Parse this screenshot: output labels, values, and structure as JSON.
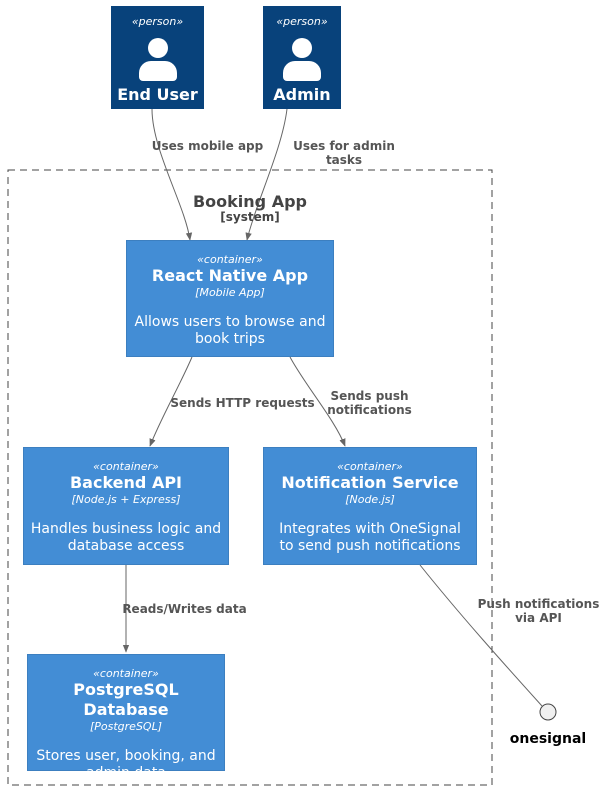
{
  "people": [
    {
      "id": "end-user",
      "stereotype": "«person»",
      "name": "End User"
    },
    {
      "id": "admin",
      "stereotype": "«person»",
      "name": "Admin"
    }
  ],
  "boundary": {
    "title": "Booking App",
    "subtitle": "[system]"
  },
  "containers": [
    {
      "id": "react-native-app",
      "stereotype": "«container»",
      "name": "React Native App",
      "tech": "[Mobile App]",
      "description": "Allows users to browse and book trips"
    },
    {
      "id": "backend-api",
      "stereotype": "«container»",
      "name": "Backend API",
      "tech": "[Node.js + Express]",
      "description": "Handles business logic and database access"
    },
    {
      "id": "notification-service",
      "stereotype": "«container»",
      "name": "Notification Service",
      "tech": "[Node.js]",
      "description": "Integrates with OneSignal to send push notifications"
    },
    {
      "id": "postgresql-database",
      "stereotype": "«container»",
      "name": "PostgreSQL Database",
      "tech": "[PostgreSQL]",
      "description": "Stores user, booking, and admin data"
    }
  ],
  "interface": {
    "label": "onesignal"
  },
  "relationships": [
    {
      "from": "end-user",
      "to": "react-native-app",
      "label": "Uses mobile app"
    },
    {
      "from": "admin",
      "to": "react-native-app",
      "label": "Uses for admin tasks"
    },
    {
      "from": "react-native-app",
      "to": "backend-api",
      "label": "Sends HTTP requests"
    },
    {
      "from": "react-native-app",
      "to": "notification-service",
      "label": "Sends push notifications"
    },
    {
      "from": "backend-api",
      "to": "postgresql-database",
      "label": "Reads/Writes data"
    },
    {
      "from": "notification-service",
      "to": "onesignal",
      "label": "Push notifications via API"
    }
  ],
  "colors": {
    "person": "#08427b",
    "container": "#438dd5",
    "line": "#666666",
    "text": "#555555"
  }
}
